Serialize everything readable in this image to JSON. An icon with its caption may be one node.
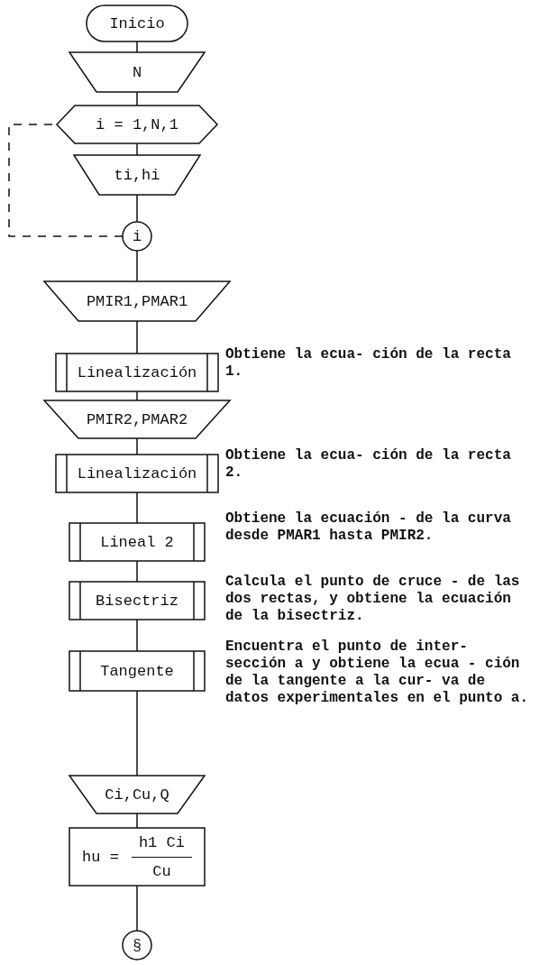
{
  "diagram": {
    "nodes": [
      {
        "text": [
          "Inicio"
        ]
      },
      {
        "text": [
          "N"
        ]
      },
      {
        "text": [
          "i = 1,N,1"
        ]
      },
      {
        "text": [
          "ti,hi"
        ]
      },
      {
        "text": [
          "i"
        ]
      },
      {
        "text": [
          "PMIR1,PMAR1"
        ]
      },
      {
        "text": [
          "Linealización"
        ],
        "beside": [
          "Obtiene la ecua- ción de la recta 1."
        ]
      },
      {
        "text": [
          "PMIR2,PMAR2"
        ]
      },
      {
        "text": [
          "Linealización"
        ],
        "beside": [
          "Obtiene la ecua- ción de la recta 2."
        ]
      },
      {
        "text": [
          "Lineal 2"
        ],
        "beside": [
          "Obtiene la ecuación - de la curva desde PMAR1 hasta PMIR2."
        ]
      },
      {
        "text": [
          "Bisectriz"
        ],
        "beside": [
          "Calcula el punto de cruce - de las dos rectas, y obtiene la ecuación de la bisectriz."
        ]
      },
      {
        "text": [
          "Tangente"
        ],
        "beside": [
          "Encuentra el punto de inter- sección a y obtiene la ecua - ción de la tangente a la cur- va de datos experimentales en el punto a."
        ]
      },
      {
        "text": [
          "Ci,Cu,Q"
        ]
      },
      {
        "text": [
          "hu =",
          "h1 Ci",
          "Cu"
        ]
      },
      {
        "text": [
          "§"
        ]
      }
    ],
    "edges": [
      {
        "from": 0,
        "to": 1,
        "arrow": "none"
      },
      {
        "from": 1,
        "to": 2,
        "arrow": "none"
      },
      {
        "from": 2,
        "to": 3,
        "arrow": "none"
      },
      {
        "from": 3,
        "to": 4,
        "arrow": "none"
      },
      {
        "from": 4,
        "to": 2,
        "arrow": "none",
        "style": "dashed"
      },
      {
        "from": 4,
        "to": 5,
        "arrow": "none"
      },
      {
        "from": 5,
        "to": 6,
        "arrow": "none"
      },
      {
        "from": 6,
        "to": 7,
        "arrow": "none"
      },
      {
        "from": 7,
        "to": 8,
        "arrow": "none"
      },
      {
        "from": 8,
        "to": 9,
        "arrow": "none"
      },
      {
        "from": 9,
        "to": 10,
        "arrow": "none"
      },
      {
        "from": 10,
        "to": 11,
        "arrow": "none"
      },
      {
        "from": 11,
        "to": 12,
        "arrow": "none"
      },
      {
        "from": 12,
        "to": 13,
        "arrow": "none"
      },
      {
        "from": 13,
        "to": 14,
        "arrow": "none"
      }
    ]
  }
}
